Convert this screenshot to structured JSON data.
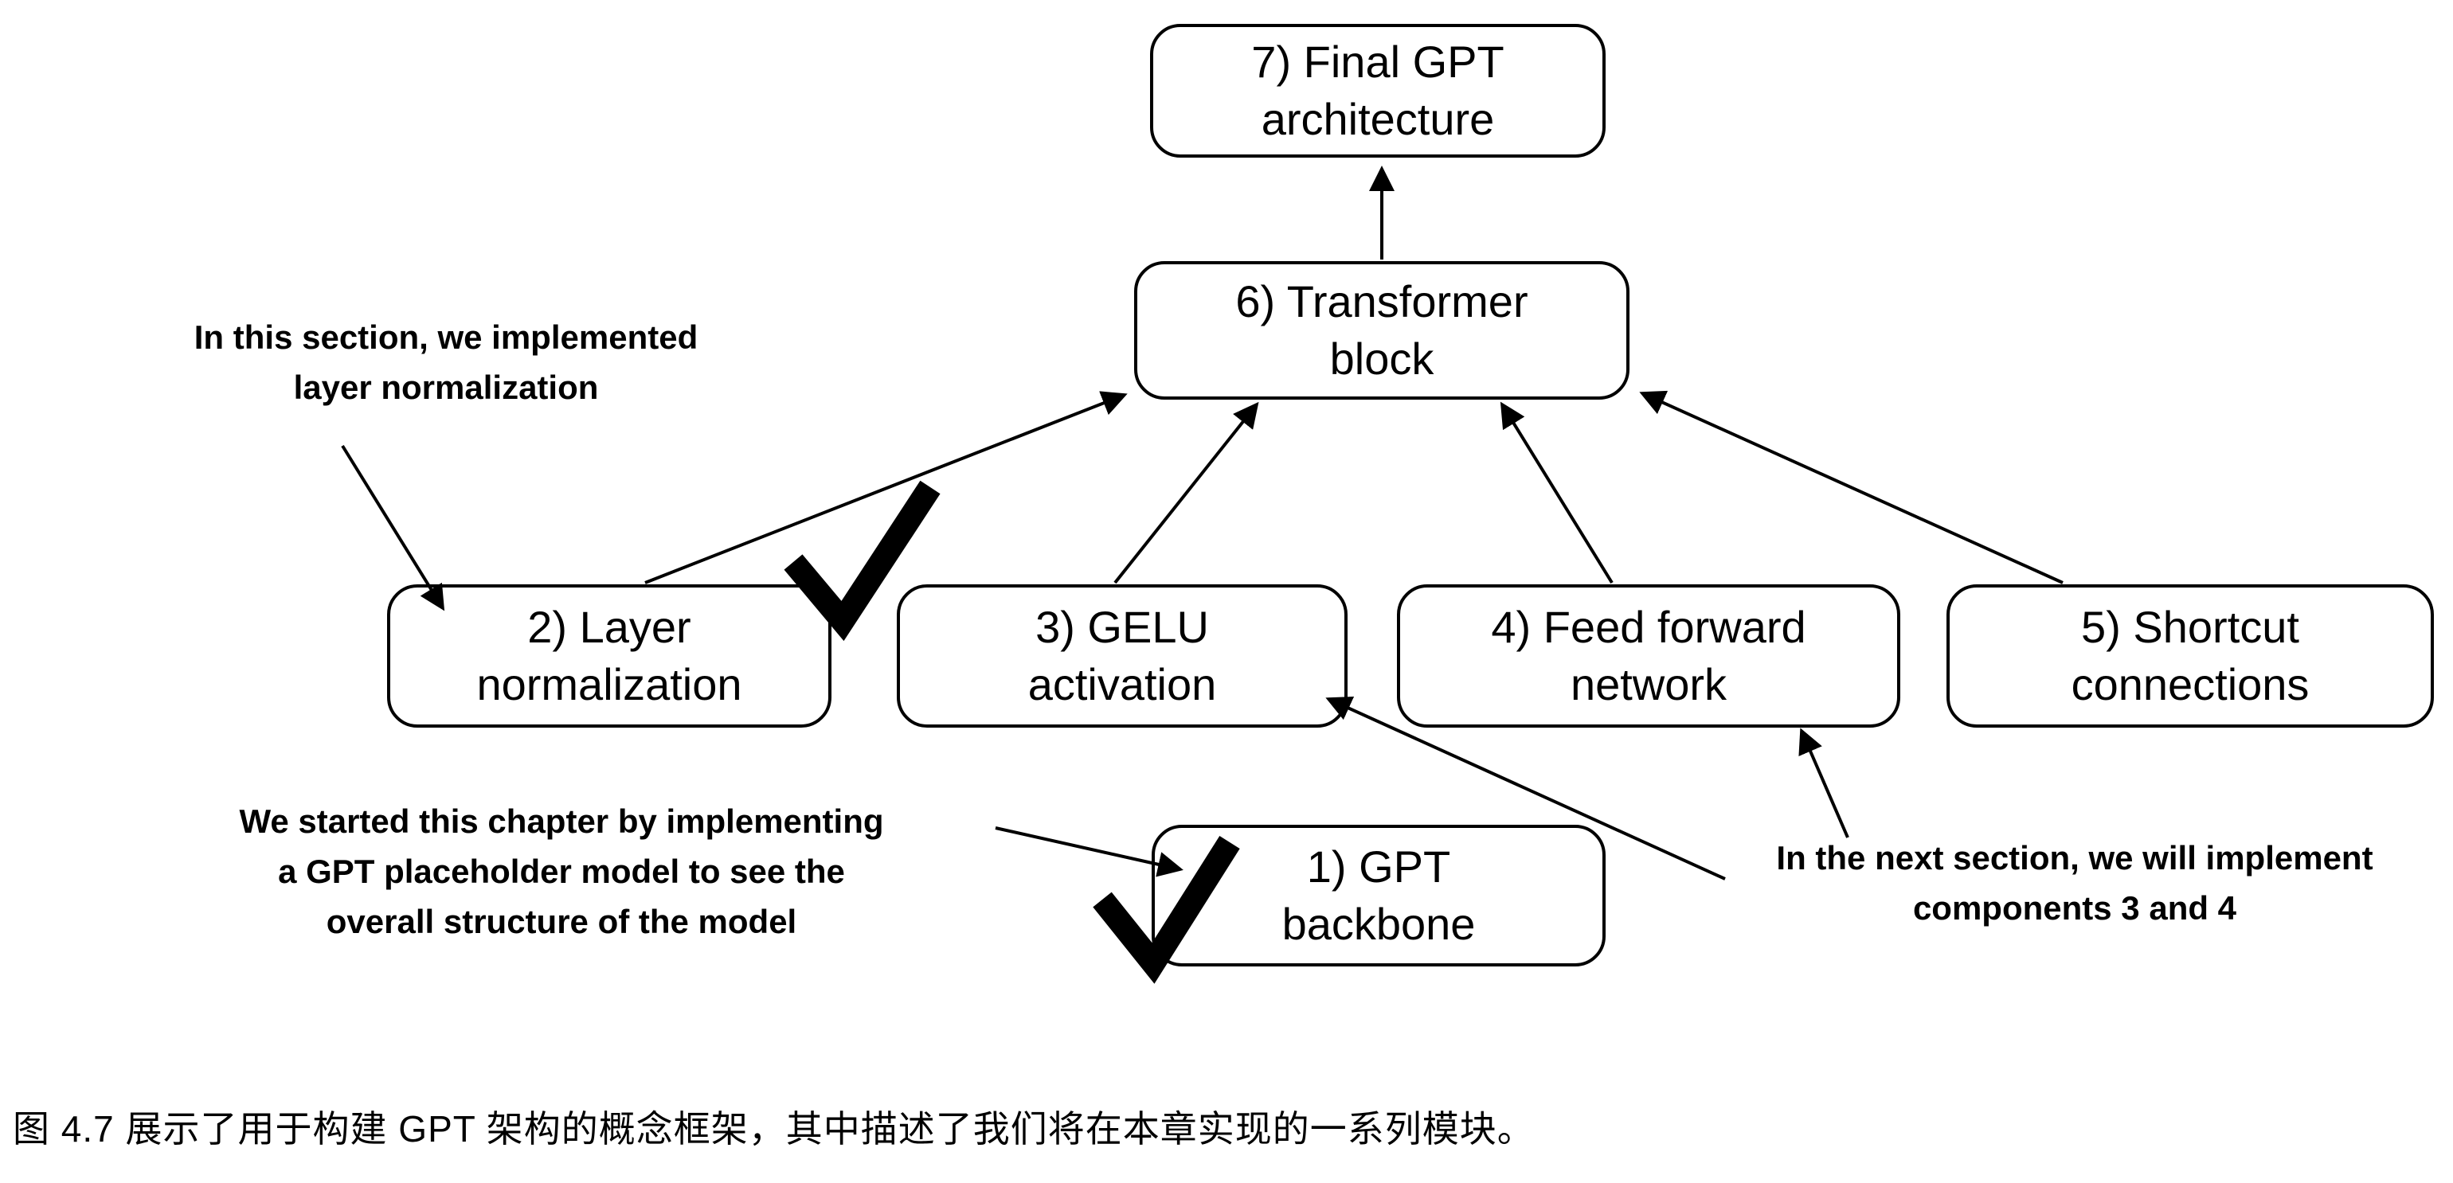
{
  "diagram": {
    "boxes": {
      "final_gpt": {
        "label": "7) Final GPT\narchitecture"
      },
      "transformer_block": {
        "label": "6) Transformer\nblock"
      },
      "layer_norm": {
        "label": "2) Layer\nnormalization"
      },
      "gelu": {
        "label": "3) GELU\nactivation"
      },
      "feed_forward": {
        "label": "4) Feed forward\nnetwork"
      },
      "shortcut": {
        "label": "5) Shortcut\nconnections"
      },
      "gpt_backbone": {
        "label": "1) GPT\nbackbone"
      }
    },
    "annotations": {
      "layer_norm_note": "In this section, we implemented\nlayer normalization",
      "backbone_note": "We started this chapter by implementing\na GPT placeholder model to see the\noverall structure of the model",
      "next_section_note": "In the next section, we will implement\ncomponents 3 and 4"
    },
    "icons": {
      "check_layer_norm": "check-icon",
      "check_backbone": "check-icon"
    },
    "colors": {
      "line": "#000000",
      "box_border": "#000000",
      "background": "#ffffff",
      "text": "#000000"
    }
  },
  "caption": "图 4.7 展示了用于构建 GPT 架构的概念框架，其中描述了我们将在本章实现的一系列模块。"
}
